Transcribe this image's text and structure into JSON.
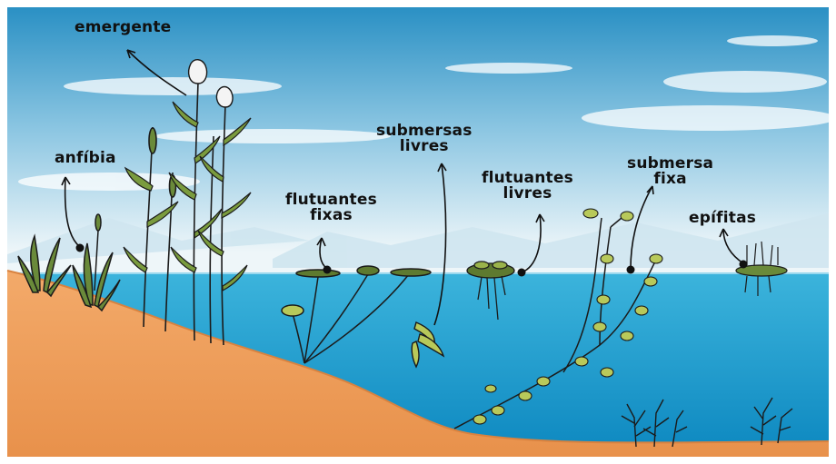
{
  "labels": {
    "emergente": "emergente",
    "anfibia": "anfíbia",
    "flutuantes_fixas_1": "flutuantes",
    "flutuantes_fixas_2": "fixas",
    "submersas_livres_1": "submersas",
    "submersas_livres_2": "livres",
    "flutuantes_livres_1": "flutuantes",
    "flutuantes_livres_2": "livres",
    "submersa_fixa_1": "submersa",
    "submersa_fixa_2": "fixa",
    "epifitas": "epífitas"
  },
  "colors": {
    "sky_top": "#2f97c9",
    "sky_mid": "#8fc8e2",
    "sky_horizon": "#eaf4f8",
    "water": "#1aa3d2",
    "water_deep": "#0e87bf",
    "sand": "#f0a060",
    "sand_dark": "#d9823f",
    "plant_green": "#6a8a3a",
    "leaf_light": "#b8c95a",
    "outline": "#1b1b1b"
  }
}
